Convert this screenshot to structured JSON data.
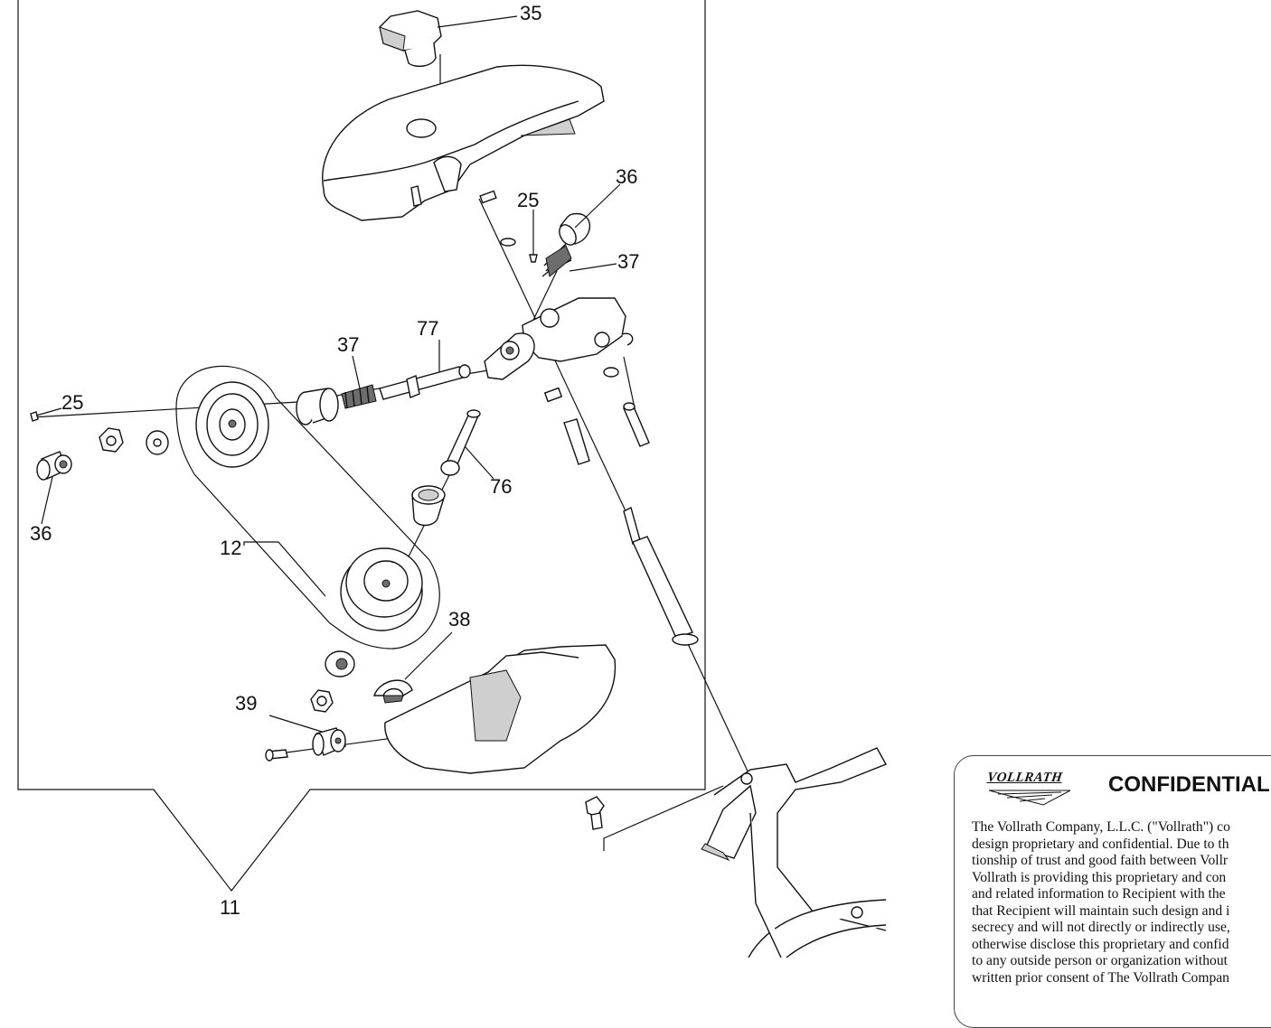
{
  "callouts": {
    "c35": "35",
    "c36_top": "36",
    "c25_top": "25",
    "c37_right": "37",
    "c77": "77",
    "c37_left": "37",
    "c25_left": "25",
    "c36_left": "36",
    "c76": "76",
    "c12": "12",
    "c38": "38",
    "c39": "39",
    "c11": "11"
  },
  "confidential": {
    "logo_text": "VOLLRATH",
    "title": "CONFIDENTIAL",
    "body_lines": [
      "The Vollrath Company, L.L.C. (\"Vollrath\") co",
      "design proprietary and confidential.  Due to th",
      "tionship of trust and good faith between Vollr",
      "Vollrath is providing this proprietary and con",
      "and related information to Recipient with the",
      "that Recipient will maintain such design and i",
      "secrecy and will not directly or indirectly use,",
      "otherwise disclose this proprietary and confid",
      "to any outside person or organization without",
      "written prior consent of The Vollrath Compan"
    ]
  }
}
